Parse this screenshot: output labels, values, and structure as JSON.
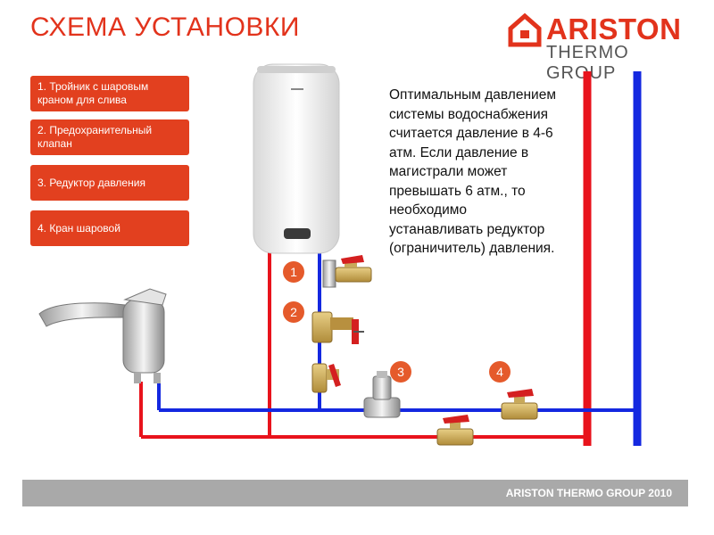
{
  "title": "СХЕМА УСТАНОВКИ",
  "logo": {
    "name": "ARISTON",
    "subtitle": "THERMO GROUP",
    "icon": "ariston-house-icon"
  },
  "legend": [
    {
      "label": "1. Тройник с шаровым краном для слива"
    },
    {
      "label": "2. Предохранительный клапан"
    },
    {
      "label": "3. Редуктор давления"
    },
    {
      "label": "4. Кран шаровой"
    }
  ],
  "description": "Оптимальным давлением системы водоснабжения считается давление в 4-6 атм. Если давление в магистрали может превышать 6 атм., то необходимо устанавливать редуктор (ограничитель) давления.",
  "markers": [
    "1",
    "2",
    "3",
    "4"
  ],
  "footer": "ARISTON THERMO GROUP 2010",
  "colors": {
    "accent": "#e2331c",
    "hot_pipe": "#e8131c",
    "cold_pipe": "#1428e0",
    "footer_bar": "#a9a9a9",
    "marker": "#e55a2b"
  }
}
